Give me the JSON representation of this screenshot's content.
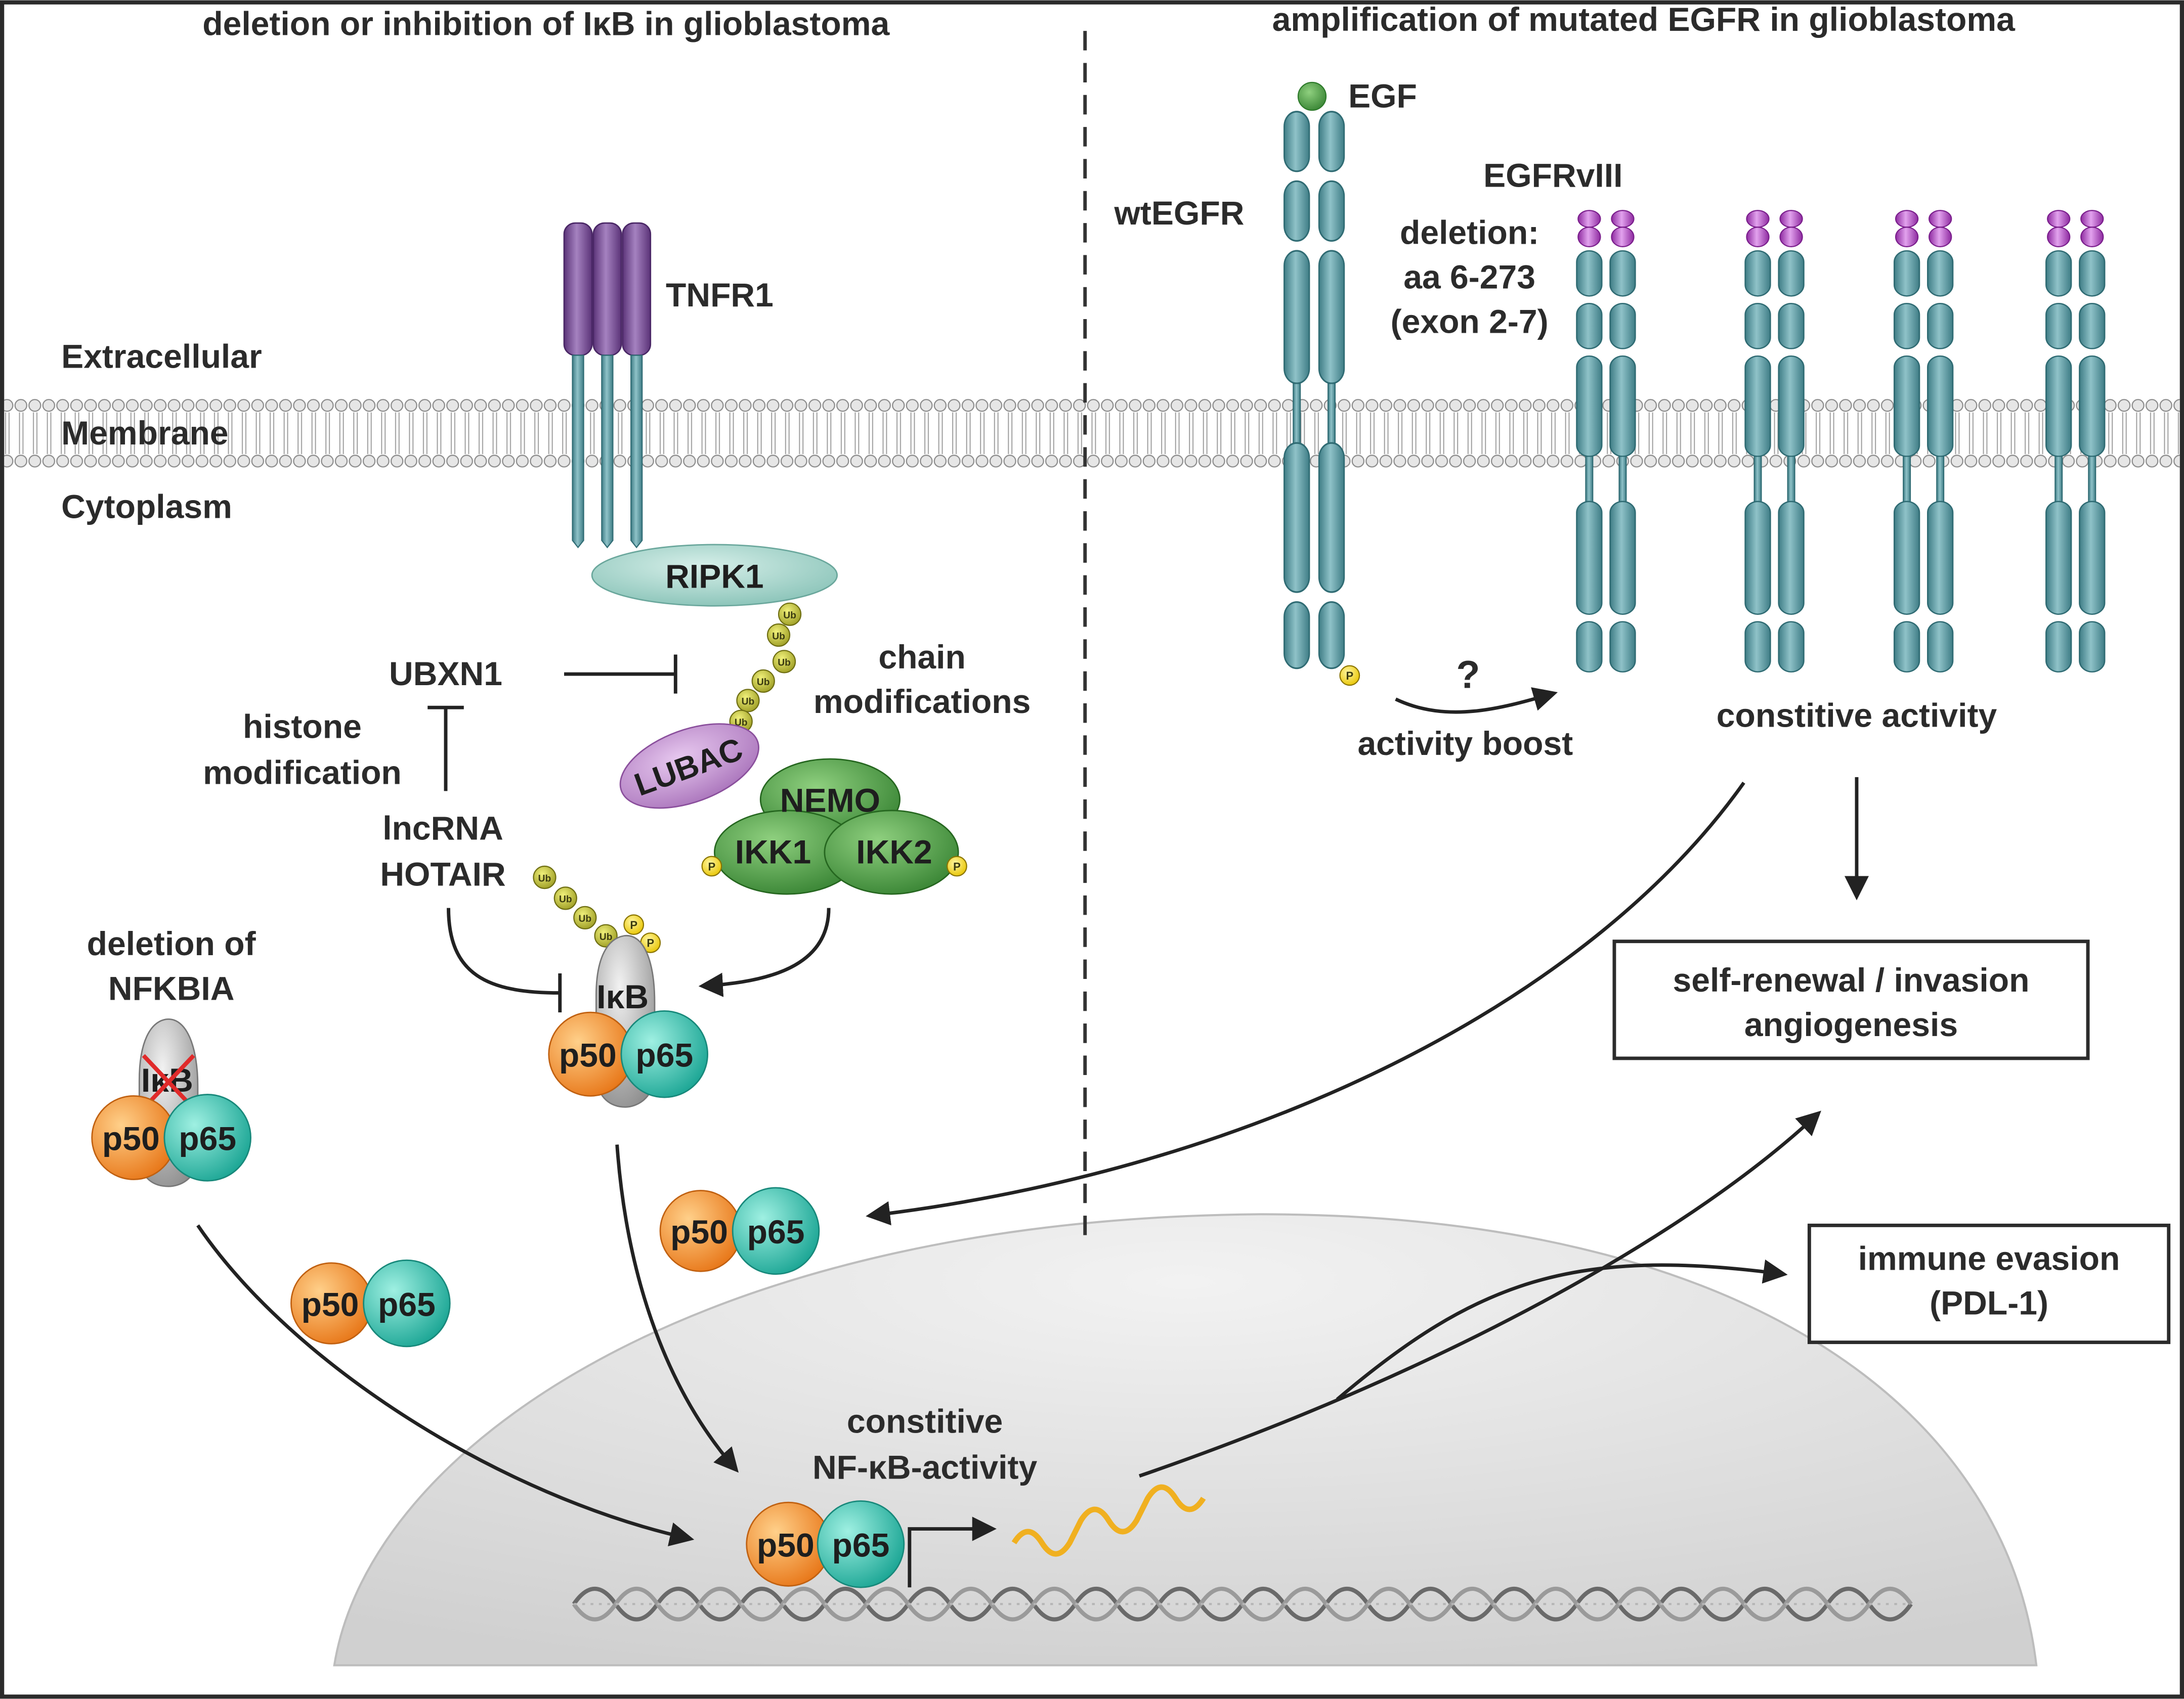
{
  "headings": {
    "left": "deletion or inhibition of IκB in glioblastoma",
    "right": "amplification of mutated EGFR in glioblastoma"
  },
  "compartments": {
    "extracellular": "Extracellular",
    "membrane": "Membrane",
    "cytoplasm": "Cytoplasm"
  },
  "receptors": {
    "tnfr1": "TNFR1",
    "egf": "EGF",
    "wtegfr": "wtEGFR",
    "egfrviii": "EGFRvIII",
    "deletion_line1": "deletion:",
    "deletion_line2": "aa 6-273",
    "deletion_line3": "(exon 2-7)"
  },
  "signaling": {
    "ripk1": "RIPK1",
    "ubxn1": "UBXN1",
    "histone_line1": "histone",
    "histone_line2": "modification",
    "lncrna_line1": "lncRNA",
    "lncrna_line2": "HOTAIR",
    "chain_line1": "chain",
    "chain_line2": "modifications",
    "lubac": "LUBAC",
    "nemo": "NEMO",
    "ikk1": "IKK1",
    "ikk2": "IKK2",
    "ikb": "IκB",
    "ub": "Ub",
    "p": "P",
    "p50": "p50",
    "p65": "p65",
    "deletion_nfkbia_line1": "deletion of",
    "deletion_nfkbia_line2": "NFKBIA",
    "question": "?",
    "activity_boost": "activity boost",
    "constitutive_activity": "constitive activity"
  },
  "nucleus": {
    "nfkb_line1": "constitive",
    "nfkb_line2": "NF-κB-activity"
  },
  "outcomes": {
    "box1_line1": "self-renewal / invasion",
    "box1_line2": "angiogenesis",
    "box2_line1": "immune evasion",
    "box2_line2": "(PDL-1)"
  },
  "colors": {
    "receptor_teal": "#5a9aa3",
    "tnfr1_purple": "#7a4f9a",
    "egfrviii_magenta": "#b04cc0",
    "p50_orange": "#f08a24",
    "p65_teal": "#3bbfae",
    "ikk_green": "#3f8f3a",
    "lubac_purple": "#b27cc0",
    "ripk1_teal": "#8fc7bd",
    "ub_olive": "#b0b03a",
    "phospho_yellow": "#f5d617",
    "mrna_gold": "#f0b020"
  }
}
